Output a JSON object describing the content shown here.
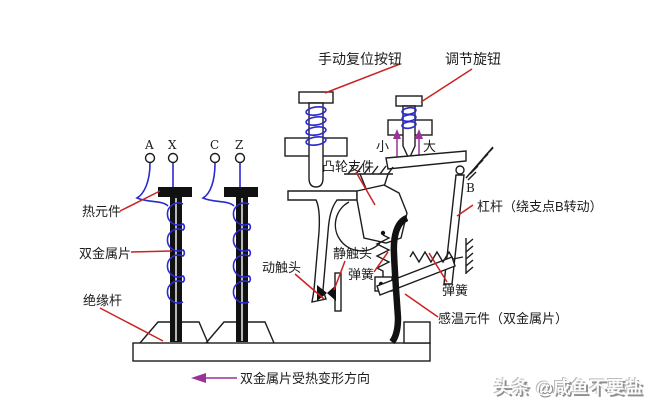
{
  "diagram": {
    "terminals": {
      "t1": "A",
      "t2": "X",
      "t3": "C",
      "t4": "Z"
    },
    "points": {
      "a": "A",
      "b": "B"
    },
    "labels": {
      "manual_reset_button": "手动复位按钮",
      "adjust_knob": "调节旋钮",
      "small": "小",
      "large": "大",
      "cam_support": "凸轮支件",
      "lever": "杠杆（绕支点B转动）",
      "heat_element": "热元件",
      "bimetal_strip": "双金属片",
      "insulation_rod": "绝缘杆",
      "moving_contact": "动触头",
      "static_contact": "静触头",
      "spring_center": "弹簧",
      "spring_right": "弹簧",
      "temp_sensor": "感温元件（双金属片）",
      "deform_direction": "双金属片受热变形方向"
    },
    "watermark": "头条 @咸鱼不要盐",
    "colors": {
      "line": "#1c1c1c",
      "wire_blue": "#2a2ad0",
      "leader_red": "#cc2222",
      "arrow_purple": "#993399",
      "background": "#ffffff"
    }
  }
}
